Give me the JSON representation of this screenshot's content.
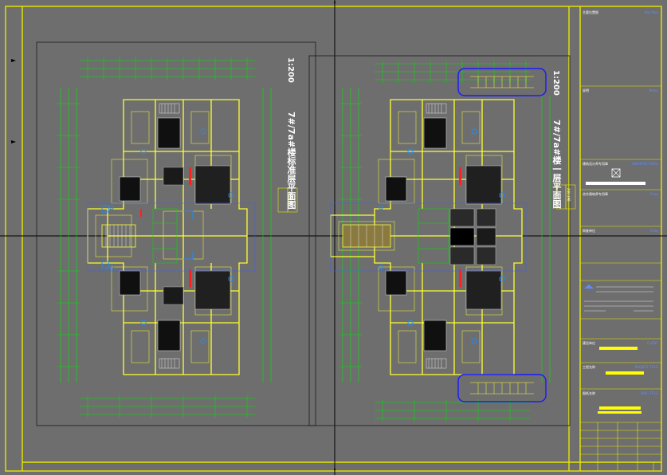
{
  "drawing_titles": {
    "left_title": "7#/7a#楼标准层平面图",
    "left_scale": "1:200",
    "right_title": "7#/7a#楼一层平面图",
    "right_scale": "1:200"
  },
  "level_tags": {
    "left": "207.950",
    "right": "240.198"
  },
  "title_block": {
    "key_plan_cn": "主要位置图",
    "key_plan_en": "Key Plan",
    "notes_cn": "说明",
    "notes_en": "Notes",
    "architect_cn": "建筑设计师专用章",
    "architect_en": "ARCHITECTURAL",
    "registered_cn": "合作建筑师专用章",
    "registered_en": "Chop",
    "unit_cn": "审查单位",
    "unit_en": "Chop",
    "client_cn": "建设单位",
    "client_en": "CLIENT",
    "project_cn": "工程名称",
    "project_en": "PROJECT TITLE",
    "drawing_cn": "图纸名称",
    "drawing_en": "DWG TITLE"
  },
  "colors": {
    "background": "#6e6e6e",
    "frame": "#e6e600",
    "wall": "#ffff33",
    "dimension": "#00e600",
    "axis": "#000000",
    "highlight": "#1a1aff",
    "accent_red": "#ff2020",
    "fixture": "#1a8cff",
    "text": "#ffffff"
  }
}
